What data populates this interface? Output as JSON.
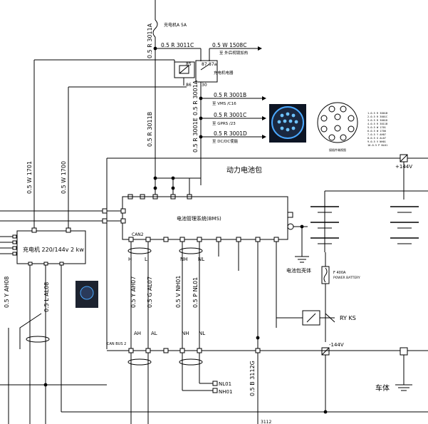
{
  "labels": {
    "fuse_top": "充电机A 5A",
    "w3011c": "0.5  R  3011C",
    "w1508c": "0.5  W  1508C",
    "w1508c_sub": "至  外后视镜加热",
    "w3011a": "0.5  R  3011A",
    "relay_pin85": "85",
    "relay_pin87": "87",
    "relay_pin87a": "87a",
    "relay_pin86": "86",
    "relay_pin30": "30",
    "relay_name": "充电机电器",
    "w3001b": "0.5  R  3001B",
    "w3001b_sub": "至  VMS /C16",
    "w3001c": "0.5  R  3001C",
    "w3001c_sub": "至  GPRS /23",
    "w3001d": "0.5  R  3001D",
    "w3001d_sub": "至  DC/DC使能",
    "w3001a": "0.5  R  3001A",
    "w3001e": "0.5  R  3001E",
    "w3011b": "0.5  R  3011B",
    "w1701": "0.5  W  1701",
    "w1700": "0.5  W  1700",
    "battery_pack": "动力电池包",
    "plus144": "+144V",
    "minus144": "-144V",
    "bms": "电池管理系统(BMS)",
    "can2": "CAN2",
    "charger": "充电机 220/144v  2 kw",
    "pack_shell": "电池包壳体",
    "fuse_main": "F  400A",
    "fuse_main_sub": "POWER BATTERY",
    "ryks": "RY KS",
    "body_ground": "车体",
    "h": "H",
    "l": "L",
    "nh": "NH",
    "nl": "NL",
    "ah": "AH",
    "al": "AL",
    "nh_b": "NH",
    "nl_b": "NL",
    "ah07": "0.5  Y  AH07",
    "al07": "0.5  G  AL07",
    "nh01": "0.5  V  NH01",
    "nl01": "0.5  P  NL01",
    "ah08": "0.5  Y  AH08",
    "al08": "0.5  L  AL08",
    "can_bus": "CAN BUS 2",
    "b3112g": "0.5  B  3112G",
    "b3112": "3112",
    "nl01_term": "NL01",
    "nh01_term": "NH01",
    "conn_caption": "接插件端视图"
  },
  "connector_pins": [
    "1-0.5 R 3001B",
    "2-0.5 R 3001C",
    "3-0.5 R 3001D",
    "4-0.5 R 3011B",
    "5-0.5 W 1701",
    "6-0.5 W 1700",
    "7-0.5 Y AH07",
    "8-0.5 G AL07",
    "9-0.5 V NH01",
    "10-0.5 P NL01"
  ],
  "colors": {
    "wire": "#000000",
    "connector_photo_bg": "#1a2840",
    "connector_photo_glow": "#4aa8ff"
  }
}
